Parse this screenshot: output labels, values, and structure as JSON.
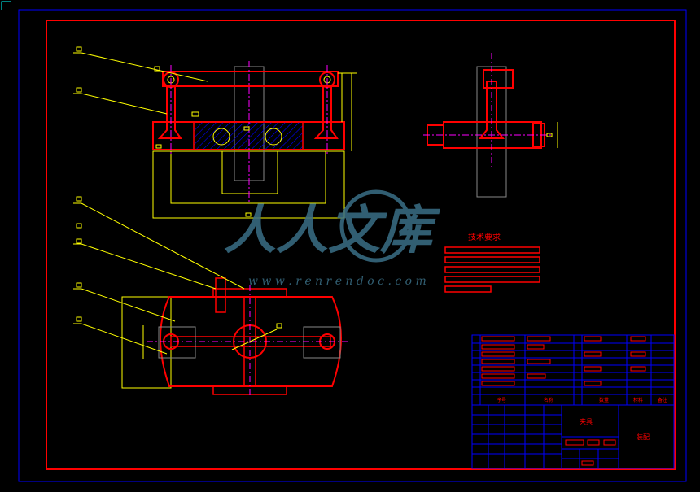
{
  "watermark": {
    "brand_text": "人人文库",
    "url_text": "w w w . r e n r e n d o c . c o m"
  },
  "tech_requirements": {
    "title": "技术要求"
  },
  "title_block": {
    "part_name": "夹具",
    "drawing_no": "装配",
    "column_labels": [
      "序号",
      "名称",
      "数量",
      "材料",
      "备注"
    ]
  },
  "colors": {
    "background": "#000000",
    "outline": "#ff0000",
    "centerline": "#ff00ff",
    "dimension": "#ffff00",
    "border_blue": "#0000ff",
    "hatch": "#0000ff",
    "leader": "#ffff00",
    "watermark": "#3a6f86"
  }
}
